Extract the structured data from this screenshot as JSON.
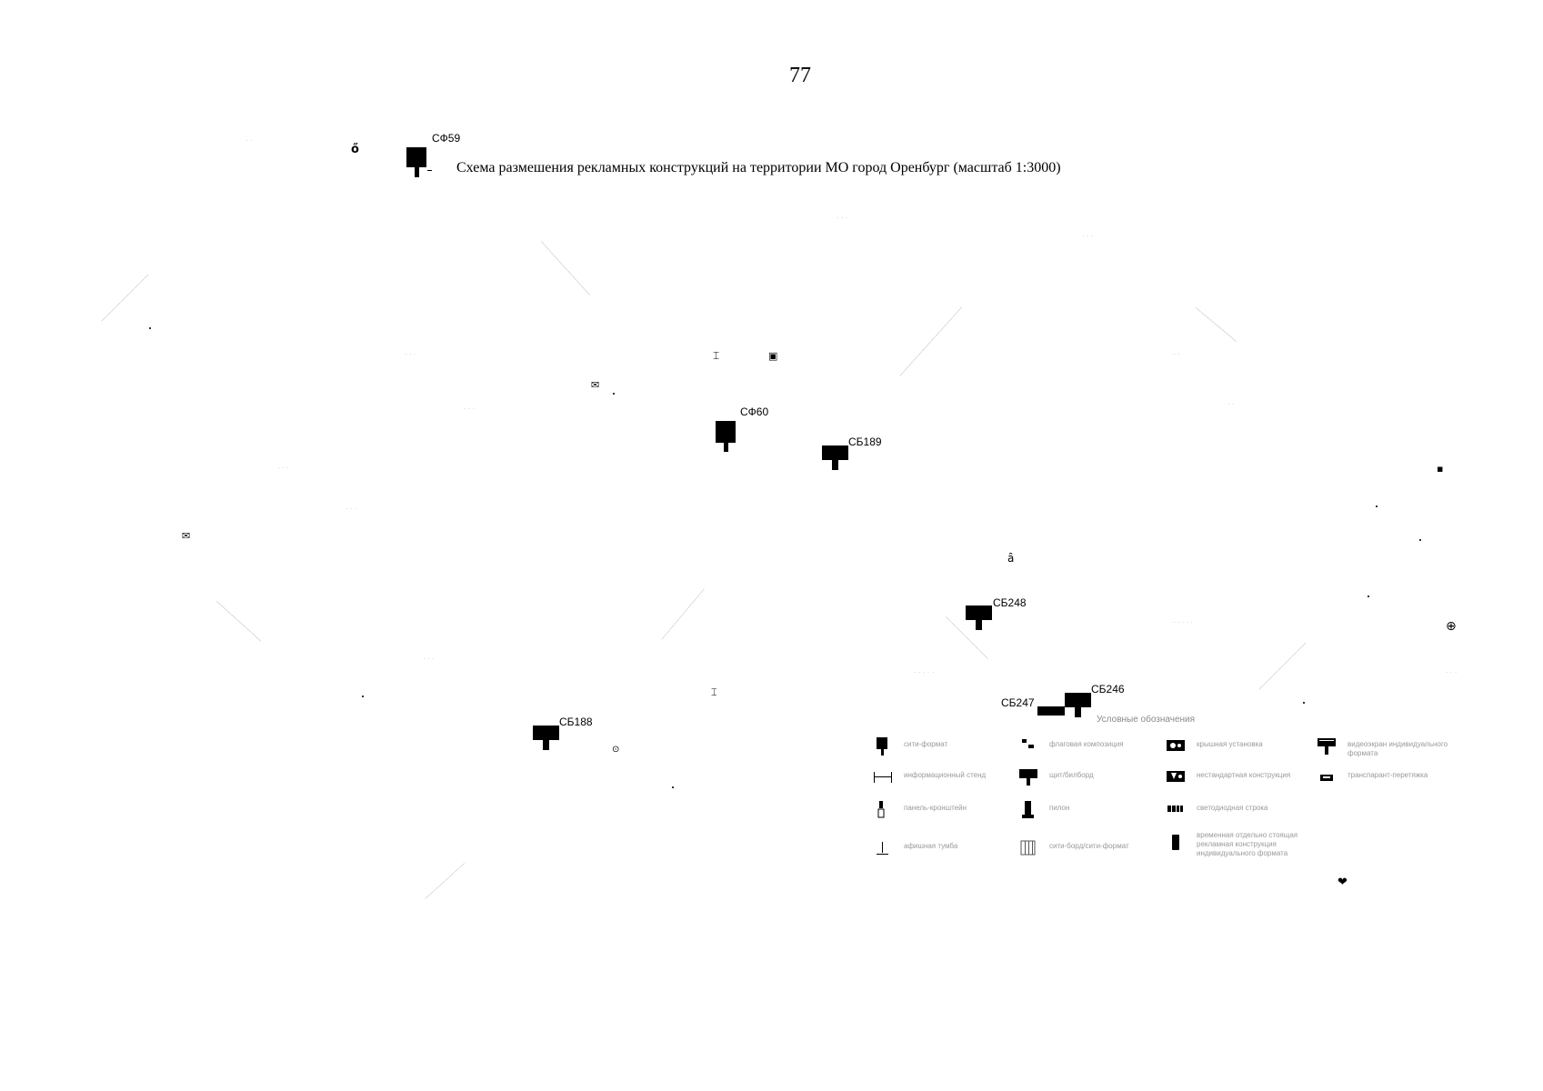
{
  "page": {
    "number": "77",
    "title": "Схема размешения рекламных конструкций на территории МО город Оренбург (масштаб 1:3000)"
  },
  "markers": [
    {
      "id": "sf59",
      "label": "СФ59",
      "icon": "city-format-icon"
    },
    {
      "id": "sf60",
      "label": "СФ60",
      "icon": "city-format-icon"
    },
    {
      "id": "sb189",
      "label": "СБ189",
      "icon": "billboard-icon"
    },
    {
      "id": "sb248",
      "label": "СБ248",
      "icon": "billboard-icon"
    },
    {
      "id": "sb247",
      "label": "СБ247",
      "icon": "billboard-icon"
    },
    {
      "id": "sb246",
      "label": "СБ246",
      "icon": "billboard-icon"
    },
    {
      "id": "sb188",
      "label": "СБ188",
      "icon": "billboard-icon"
    }
  ],
  "legend": {
    "title": "Условные обозначения",
    "items": [
      {
        "label": "сити-формат",
        "icon": "city-format-icon"
      },
      {
        "label": "флаговая композиция",
        "icon": "flag-composition-icon"
      },
      {
        "label": "крышная установка",
        "icon": "roof-installation-icon"
      },
      {
        "label": "видеоэкран индивидуального формата",
        "icon": "video-screen-icon"
      },
      {
        "label": "информационный стенд",
        "icon": "info-stand-icon"
      },
      {
        "label": "щит/билборд",
        "icon": "billboard-icon"
      },
      {
        "label": "нестандартная конструкция",
        "icon": "nonstandard-construction-icon"
      },
      {
        "label": "транспарант-перетяжка",
        "icon": "banner-stretch-icon"
      },
      {
        "label": "панель-кронштейн",
        "icon": "bracket-panel-icon"
      },
      {
        "label": "пилон",
        "icon": "pylon-icon"
      },
      {
        "label": "светодиодная строка",
        "icon": "led-line-icon"
      },
      {
        "label": "афишная тумба",
        "icon": "poster-column-icon"
      },
      {
        "label": "сити-борд/сити-формат",
        "icon": "city-board-icon"
      },
      {
        "label": "временная отдельно стоящая рекламная конструкция индивидуального формата",
        "icon": "temporary-construction-icon"
      }
    ]
  }
}
